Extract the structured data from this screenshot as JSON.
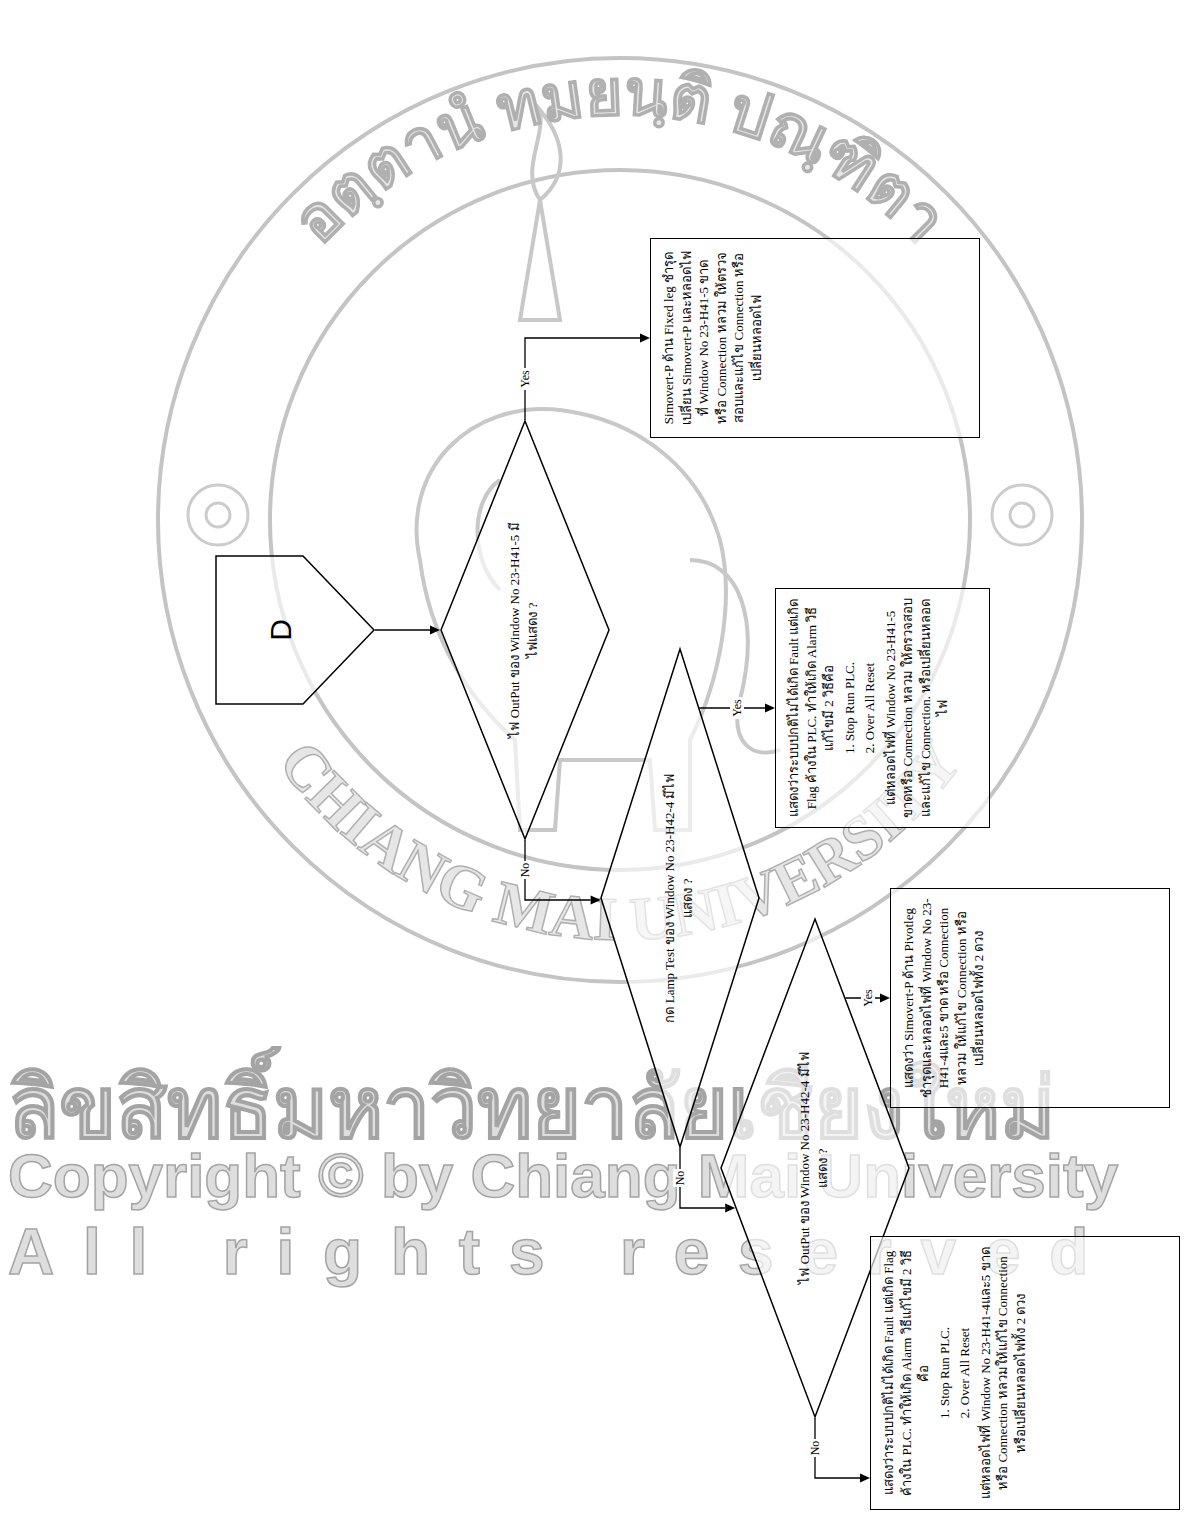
{
  "diagram": {
    "nodes": [
      {
        "text": [
          "D"
        ]
      },
      {
        "text": [
          "ไฟ OutPut ของ Window No 23-H41-5 มีไฟแสดง ?"
        ]
      },
      {
        "text": [
          "Simovert-P ด้าน Fixed leg ชำรุดเปลี่ยน Simovert-P และหลอดไฟที่ Window No 23-H41-5 ขาดหรือ Connection หลวม ให้ตรวจสอบและแก้ไข Connection หรือเปลี่ยนหลอดไฟ"
        ]
      },
      {
        "text": [
          "กด Lamp Test ของ Window No 23-H42-4 มีไฟแสดง ?"
        ]
      },
      {
        "text": [
          "แสดงว่าระบบปกติไม่ได้เกิด Fault แต่เกิด Flag ค้างใน PLC. ทำให้เกิด Alarm วิธีแก้ไขมี 2 วิธีคือ",
          "1. Stop Run PLC.",
          "2. Over All Reset",
          "แต่หลอดไฟที่ Window No 23-H41-5 ขาดหรือ Connection หลวม ให้ตรวจสอบและแก้ไข Connection. หรือเปลี่ยนหลอดไฟ"
        ]
      },
      {
        "text": [
          "ไฟ OutPut ของ Window No 23-H42-4 มีไฟแสดง ?"
        ]
      },
      {
        "text": [
          "แสดงว่า Simovert-P ด้าน Pivotleg ชำรุดและหลอดไฟที่ Window No 23-H41-4และ5 ขาด หรือ Connection หลวม ให้แก้ไข Connection หรือ เปลี่ยนหลอดไฟทั้ง 2 ดวง"
        ]
      },
      {
        "text": [
          "แสดงว่าระบบปกติไม่ได้เกิด Fault แต่เกิด Flag ค้างใน PLC. ทำให้เกิด Alarm วิธีแก้ไขมี 2 วิธีคือ",
          "1. Stop Run PLC.",
          "2. Over All Reset",
          "แต่หลอดไฟที่ Window No 23-H41-4และ5 ขาดหรือ Connection หลวมให้แก้ไข Connection หรือเปลี่ยนหลอดไฟทั้ง 2 ดวง"
        ]
      }
    ],
    "edges": [
      {
        "from": 0,
        "to": 1,
        "arrow": "to"
      },
      {
        "from": 1,
        "to": 2,
        "label": "Yes",
        "arrow": "to"
      },
      {
        "from": 1,
        "to": 3,
        "label": "No",
        "arrow": "to"
      },
      {
        "from": 3,
        "to": 4,
        "label": "Yes",
        "arrow": "to"
      },
      {
        "from": 3,
        "to": 5,
        "label": "No",
        "arrow": "to"
      },
      {
        "from": 5,
        "to": 6,
        "label": "Yes",
        "arrow": "to"
      },
      {
        "from": 5,
        "to": 7,
        "label": "No",
        "arrow": "to"
      }
    ],
    "labels": [
      "อตฺตานํ ทมยนฺติ ปณฺฑิตา",
      "CHIANG MAI UNIVERSITY",
      "ลิขสิทธิ์มหาวิทยาลัยเชียงใหม่",
      "Copyright © by Chiang Mai University",
      "All rights reserved"
    ]
  }
}
